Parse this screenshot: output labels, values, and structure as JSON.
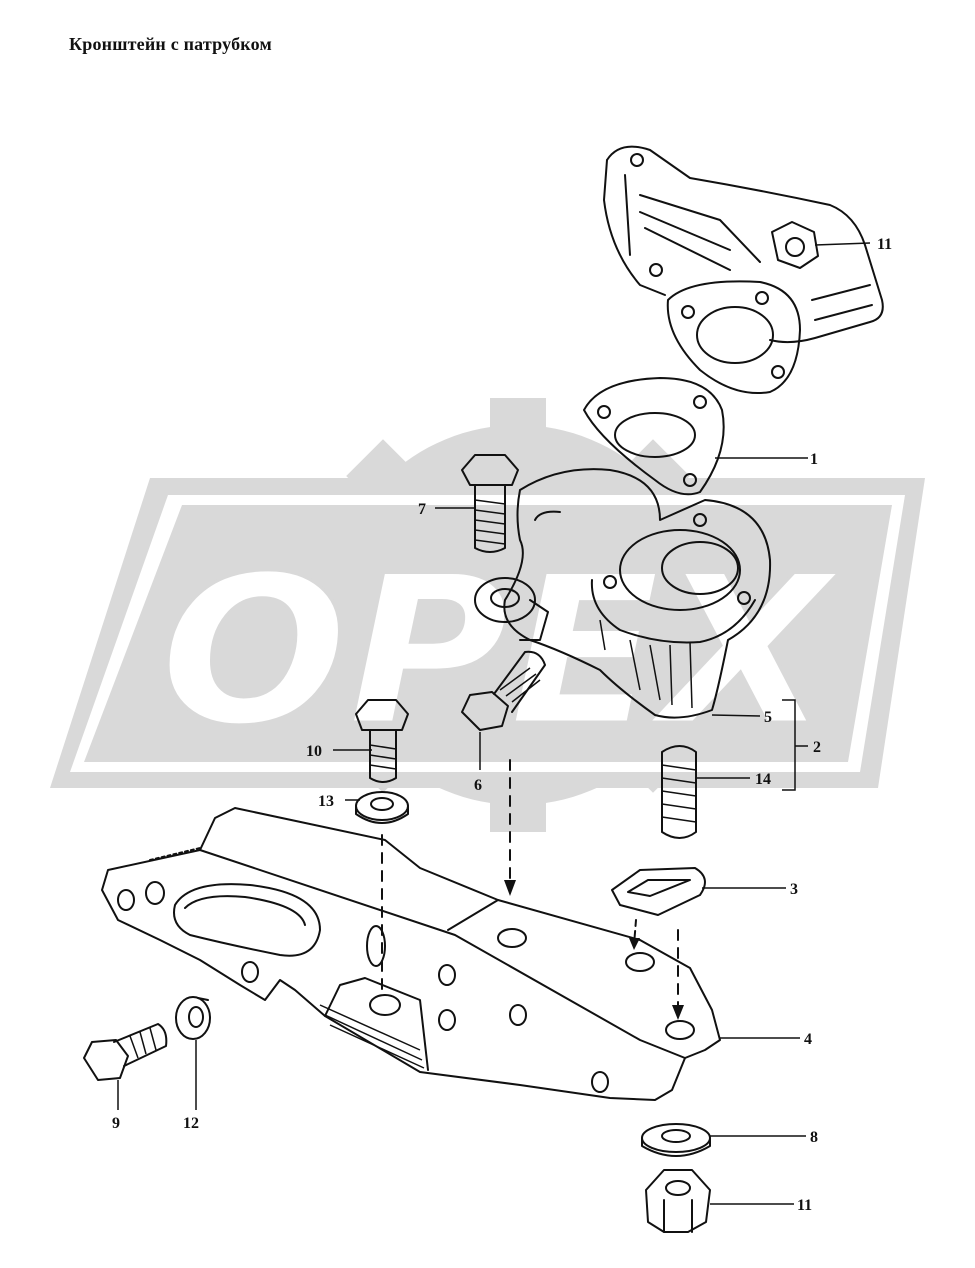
{
  "title": "Кронштейн с патрубком",
  "watermark": {
    "text": "OPEX",
    "color": "#d9d9d9"
  },
  "callouts": {
    "c1": "1",
    "c2": "2",
    "c3": "3",
    "c4": "4",
    "c5": "5",
    "c6": "6",
    "c7": "7",
    "c8": "8",
    "c9": "9",
    "c10": "10",
    "c11a": "11",
    "c11b": "11",
    "c12": "12",
    "c13": "13",
    "c14": "14"
  }
}
